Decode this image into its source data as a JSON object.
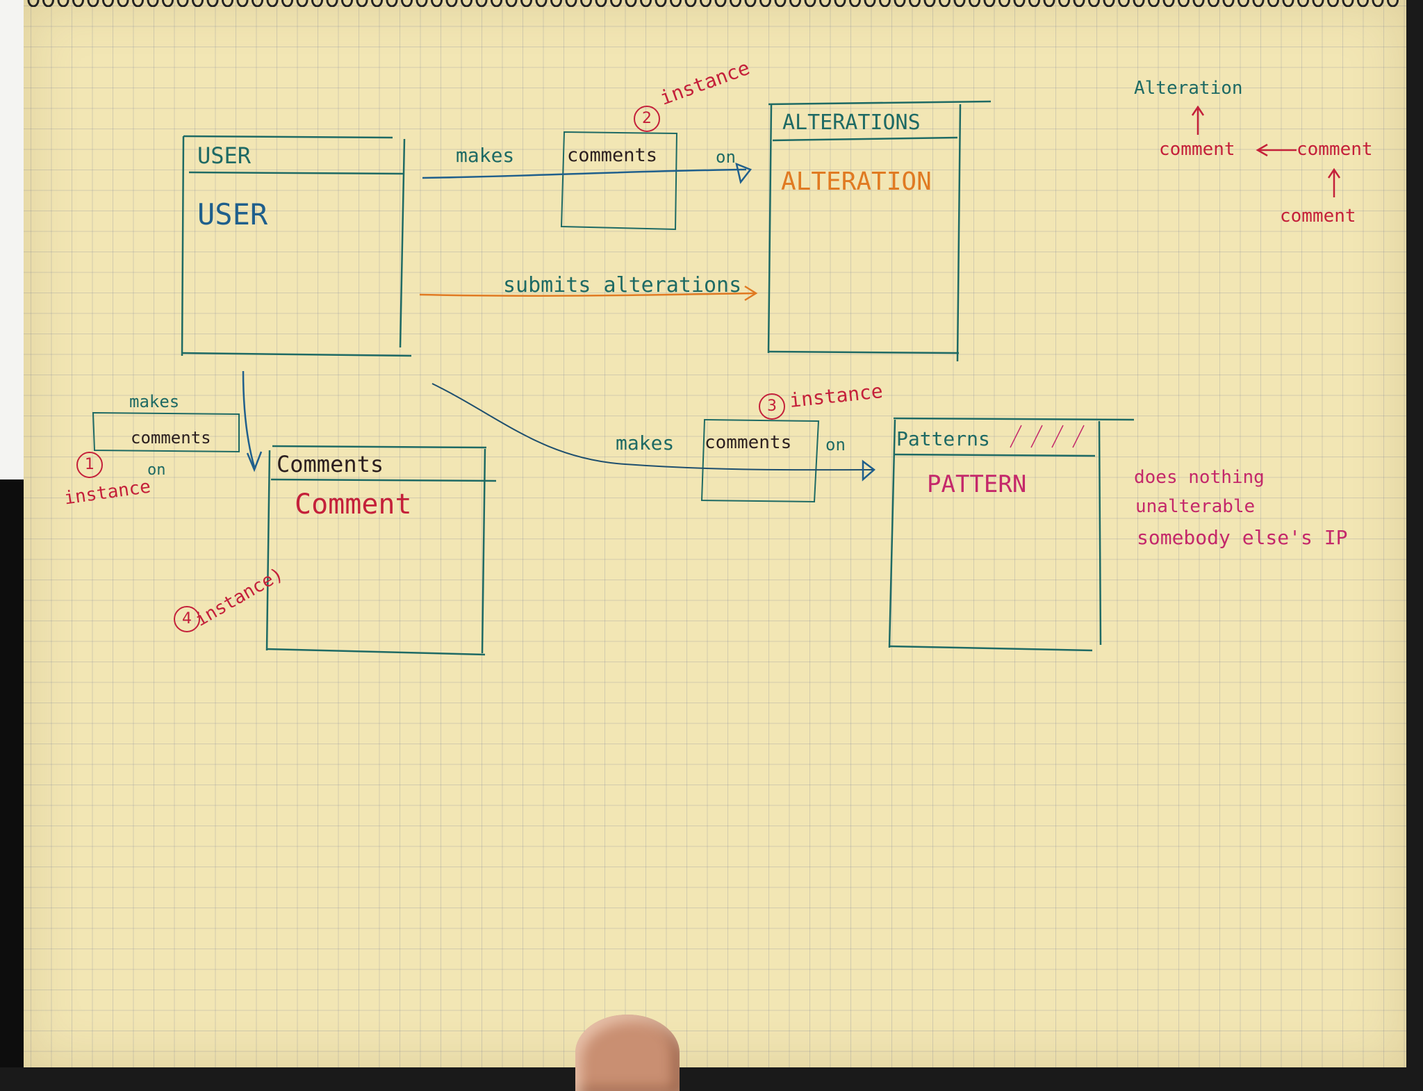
{
  "user_entity": {
    "title": "USER",
    "item": "USER"
  },
  "alterations_entity": {
    "title": "ALTERATIONS",
    "item": "ALTERATION"
  },
  "comments_entity": {
    "title": "Comments",
    "item": "Comment"
  },
  "patterns_entity": {
    "title": "Patterns",
    "item": "PATTERN"
  },
  "relation_top": {
    "verb": "makes",
    "object": "comments",
    "prep": "on",
    "instance_number": "2",
    "instance_label": "instance"
  },
  "relation_submits": {
    "label": "submits alterations"
  },
  "relation_left": {
    "verb": "makes",
    "object": "comments",
    "prep": "on",
    "instance_number": "1",
    "instance_label": "instance"
  },
  "relation_patterns": {
    "verb": "makes",
    "object": "comments",
    "prep": "on",
    "instance_number": "3",
    "instance_label": "instance"
  },
  "comments_instance": {
    "instance_number": "4",
    "instance_label": "instance)"
  },
  "hierarchy_note": {
    "alteration": "Alteration",
    "comment_mid": "comment",
    "comment_right": "comment",
    "comment_bottom": "comment"
  },
  "patterns_note": {
    "line1": "does nothing",
    "line2": "unalterable",
    "line3": "somebody else's IP"
  },
  "colors": {
    "paper": "#f2e6b4",
    "grid": "#7d8aa6",
    "teal_ink": "#1e6a64",
    "blue_ink": "#1f5f8c",
    "orange_ink": "#e07a22",
    "red_ink": "#c4203a",
    "magenta_ink": "#c4286a"
  }
}
